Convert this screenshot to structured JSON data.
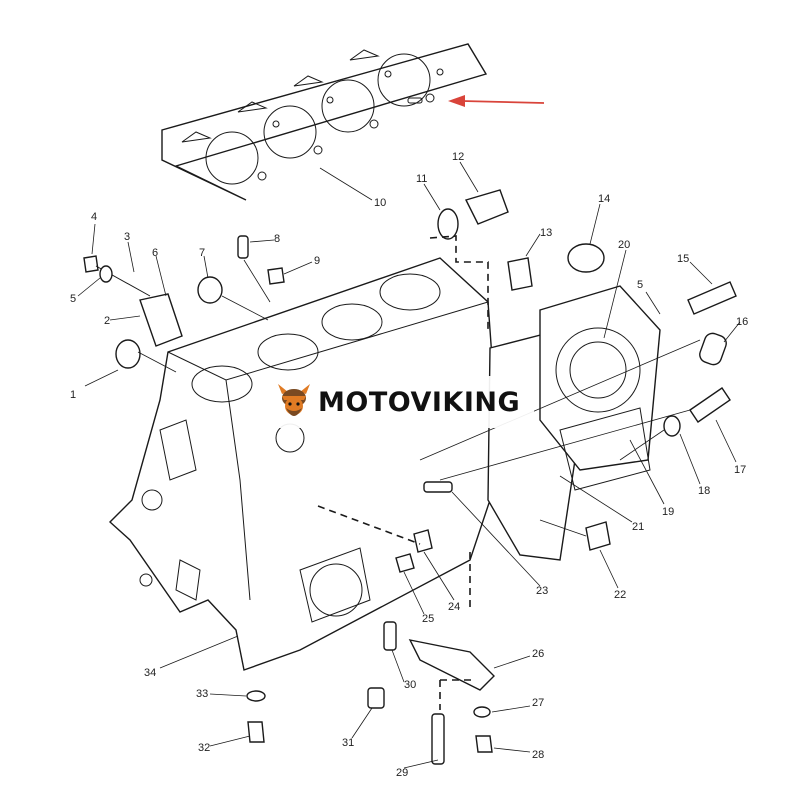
{
  "watermark": {
    "brand": "MOTOVIKING"
  },
  "colors": {
    "line": "#1a1a1a",
    "arrow": "#d9443a",
    "logo_orange": "#e07b24",
    "logo_brown": "#7a4a22"
  },
  "pointer_arrow": {
    "icon": "red-arrow-icon",
    "points_to": "10"
  },
  "callouts": [
    "1",
    "2",
    "3",
    "4",
    "5",
    "6",
    "7",
    "8",
    "9",
    "10",
    "11",
    "12",
    "13",
    "14",
    "5",
    "15",
    "16",
    "20",
    "17",
    "18",
    "19",
    "21",
    "22",
    "23",
    "24",
    "25",
    "26",
    "27",
    "28",
    "29",
    "30",
    "31",
    "32",
    "33",
    "34"
  ]
}
